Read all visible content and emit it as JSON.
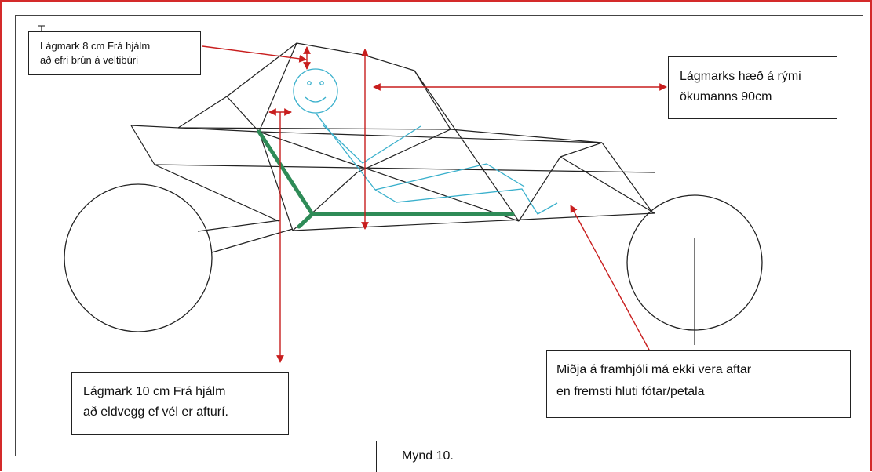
{
  "labels": {
    "helmet_rollbar": [
      "Lágmark  8 cm  Frá hjálm",
      "að efri brún á veltibúri"
    ],
    "cockpit_height": [
      "Lágmarks  hæð á rými",
      "ökumanns  90cm"
    ],
    "firewall": [
      "Lágmark 10 cm Frá hjálm",
      "að eldvegg ef vél er afturí."
    ],
    "front_wheel": [
      "Miðja á framhjóli má ekki vera aftar",
      "en fremsti hluti fótar/petala"
    ],
    "figure_caption": "Mynd 10."
  },
  "colors": {
    "frame_border": "#d42a2a",
    "arrows": "#c81e1e",
    "driver": "#3ab0cc",
    "firewall_bar": "#2e8b57",
    "chassis": "#222222"
  }
}
